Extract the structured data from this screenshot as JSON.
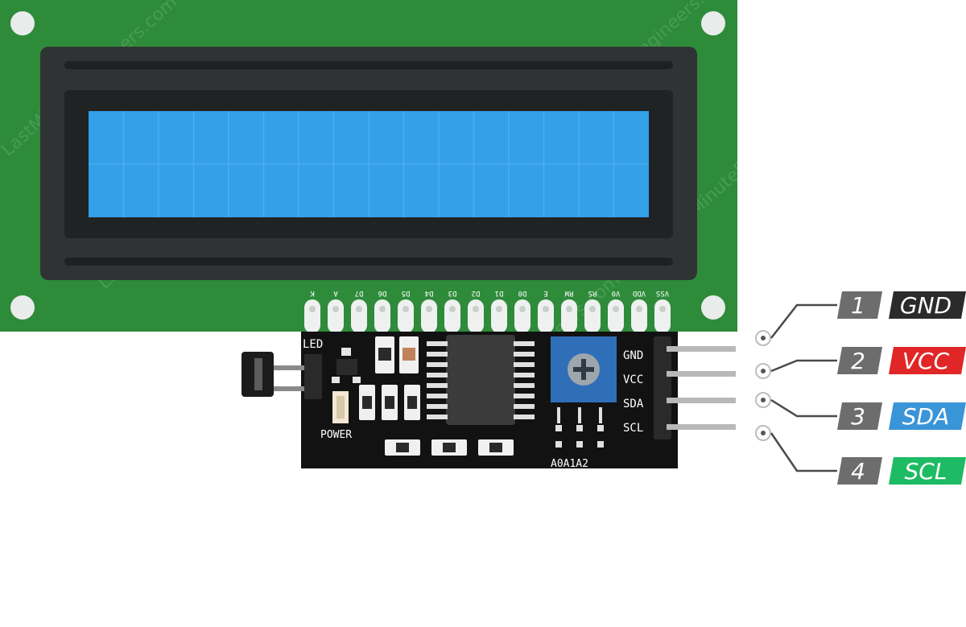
{
  "watermark": "LastMinuteEngineers.com",
  "lcd": {
    "pin_labels": [
      "K",
      "A",
      "D7",
      "D6",
      "D5",
      "D4",
      "D3",
      "D2",
      "D1",
      "D0",
      "E",
      "RW",
      "RS",
      "V0",
      "VDD",
      "VSS"
    ]
  },
  "module": {
    "led_label": "LED",
    "power_label": "POWER",
    "address_label": "A0A1A2",
    "header_labels": [
      "GND",
      "VCC",
      "SDA",
      "SCL"
    ]
  },
  "pinout": [
    {
      "number": "1",
      "name": "GND",
      "color": "#2b2b2b"
    },
    {
      "number": "2",
      "name": "VCC",
      "color": "#e02626"
    },
    {
      "number": "3",
      "name": "SDA",
      "color": "#3a94d8"
    },
    {
      "number": "4",
      "name": "SCL",
      "color": "#1dbb63"
    }
  ],
  "colors": {
    "pcb_green": "#2e8b3a",
    "bezel": "#2f3333",
    "screen": "#33a0e8",
    "module_black": "#121212",
    "pot_blue": "#2f6fb8",
    "badge_gray": "#6d6d6d"
  }
}
